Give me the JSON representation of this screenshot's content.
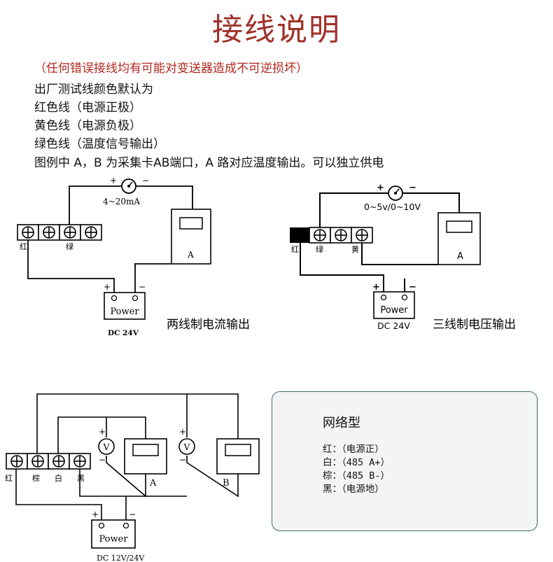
{
  "title": "接线说明",
  "warning": "（任何错误接线均有可能对变送器造成不可逆损坏）",
  "intro_lines": [
    "出厂测试线颜色默认为",
    "红色线（电源正极）",
    "黄色线（电源负极）",
    "绿色线（温度信号输出）",
    "图例中 A，B 为采集卡AB端口，A 路对应温度输出。可以独立供电"
  ],
  "diagram_two_wire": {
    "caption": "两线制电流输出",
    "signal_label": "4~20mA",
    "plus": "+",
    "minus": "−",
    "terminal_labels": [
      "红",
      "绿"
    ],
    "device_label": "A",
    "power_label": "Power",
    "power_voltage": "DC 24V"
  },
  "diagram_three_wire": {
    "caption": "三线制电压输出",
    "signal_label": "0~5v/0~10V",
    "plus": "+",
    "minus": "−",
    "terminal_labels": [
      "红",
      "绿",
      "黄"
    ],
    "device_label": "A",
    "power_label": "Power",
    "power_voltage": "DC 24V"
  },
  "diagram_network": {
    "plus": "+",
    "minus": "−",
    "meter_symbol": "V",
    "terminal_labels": [
      "红",
      "棕",
      "白",
      "黑"
    ],
    "device_labels": [
      "A",
      "B"
    ],
    "power_label": "Power",
    "power_voltage": "DC 12V/24V"
  },
  "network_box": {
    "title": "网络型",
    "rows": [
      "红：（电源正）",
      "白：（485 A+）",
      "棕：（485 B-）",
      "黑：（电源地）"
    ]
  }
}
